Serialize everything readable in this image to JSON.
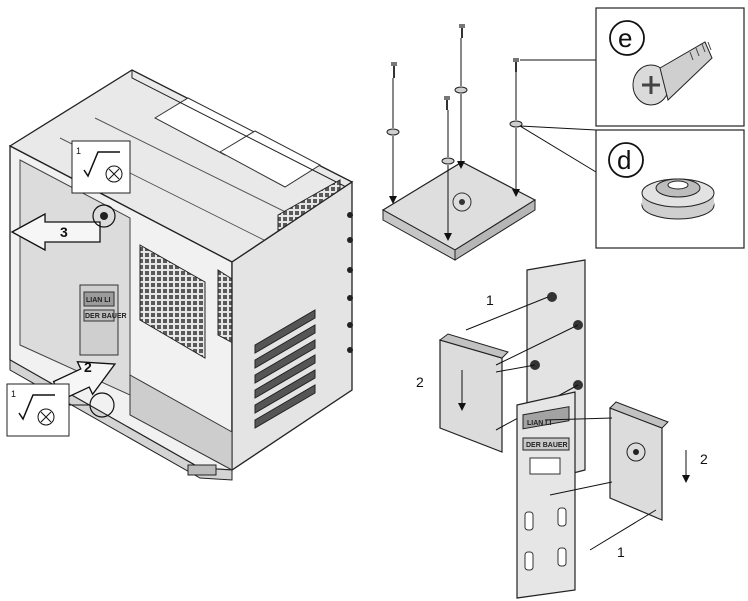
{
  "case": {
    "step_remove": "3",
    "step_insert": "2",
    "marker_top_step": "1",
    "marker_bottom_step": "1",
    "plate_brand": "LIAN LI",
    "plate_model": "DER BAUER"
  },
  "callouts": {
    "screw_letter": "e",
    "grommet_letter": "d"
  },
  "bracket": {
    "label_left_top": "1",
    "label_left_side": "2",
    "label_right_side": "2",
    "label_right_bottom": "1",
    "plate_brand": "LIAN LI",
    "plate_model": "DER BAUER"
  }
}
